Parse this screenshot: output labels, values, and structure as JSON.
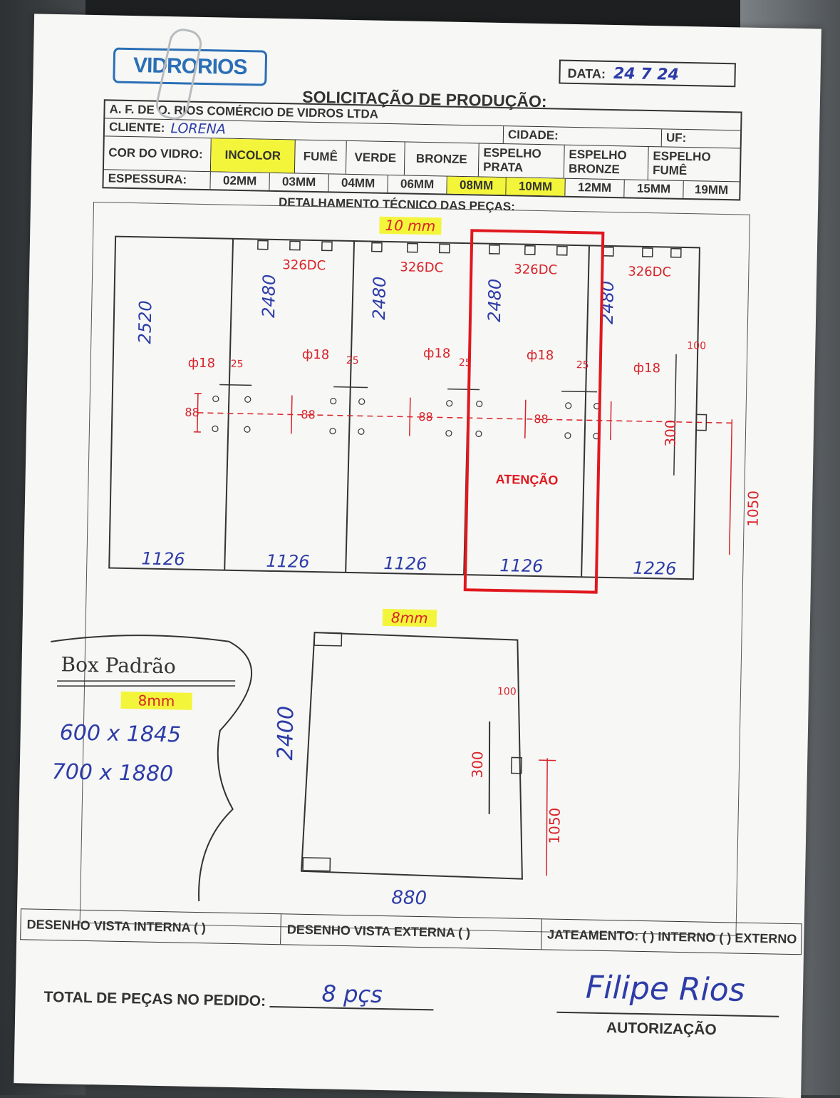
{
  "header": {
    "logo": "VIDRORIOS",
    "date_label": "DATA:",
    "date_value": "24 7 24",
    "title": "SOLICITAÇÃO DE PRODUÇÃO:",
    "company": "A. F. DE O. RIOS COMÉRCIO DE VIDROS LTDA",
    "client_label": "CLIENTE:",
    "client_value": "LORENA",
    "city_label": "CIDADE:",
    "uf_label": "UF:"
  },
  "glass": {
    "color_label": "COR DO VIDRO:",
    "colors": [
      "INCOLOR",
      "FUMÊ",
      "VERDE",
      "BRONZE",
      "ESPELHO PRATA",
      "ESPELHO BRONZE",
      "ESPELHO FUMÊ"
    ],
    "thickness_label": "ESPESSURA:",
    "thicknesses": [
      "02MM",
      "03MM",
      "04MM",
      "06MM",
      "08MM",
      "10MM",
      "12MM",
      "15MM",
      "19MM"
    ]
  },
  "detail": {
    "section_title": "DETALHAMENTO TÉCNICO DAS PEÇAS:",
    "top_thickness": "10 mm",
    "panel_heights": [
      "2520",
      "2480",
      "2480",
      "2480",
      "2480"
    ],
    "panel_widths": [
      "1126",
      "1126",
      "1126",
      "1126",
      "1226"
    ],
    "hinge_codes": [
      "326DC",
      "326DC",
      "326DC",
      "326DC"
    ],
    "hole_diameter": "ф18",
    "edge_distance": "25",
    "hole_spacing": "88",
    "right_dim_100": "100",
    "right_dim_300": "300",
    "right_dim_1050": "1050",
    "warning": "ATENÇÃO",
    "bottom_thickness": "8mm",
    "bottom_height": "2400",
    "bottom_width": "880",
    "bottom_dim_100": "100",
    "bottom_dim_300": "300",
    "bottom_dim_1050": "1050"
  },
  "note": {
    "title": "Box Padrão",
    "thickness": "8mm",
    "line1": "600 x 1845",
    "line2": "700 x 1880"
  },
  "footer": {
    "internal": "DESENHO VISTA INTERNA ( )",
    "external": "DESENHO VISTA EXTERNA ( )",
    "sandblast": "JATEAMENTO: ( ) INTERNO ( ) EXTERNO",
    "total_label": "TOTAL DE PEÇAS NO PEDIDO:",
    "total_value": "8 pçs",
    "signature": "Filipe Rios",
    "authorization": "AUTORIZAÇÃO"
  },
  "colors": {
    "ink_blue": "#2d3ca8",
    "ink_red": "#d8232a",
    "highlight": "#f3f53a",
    "warning": "#e0181e",
    "logo": "#2b6fb6"
  }
}
